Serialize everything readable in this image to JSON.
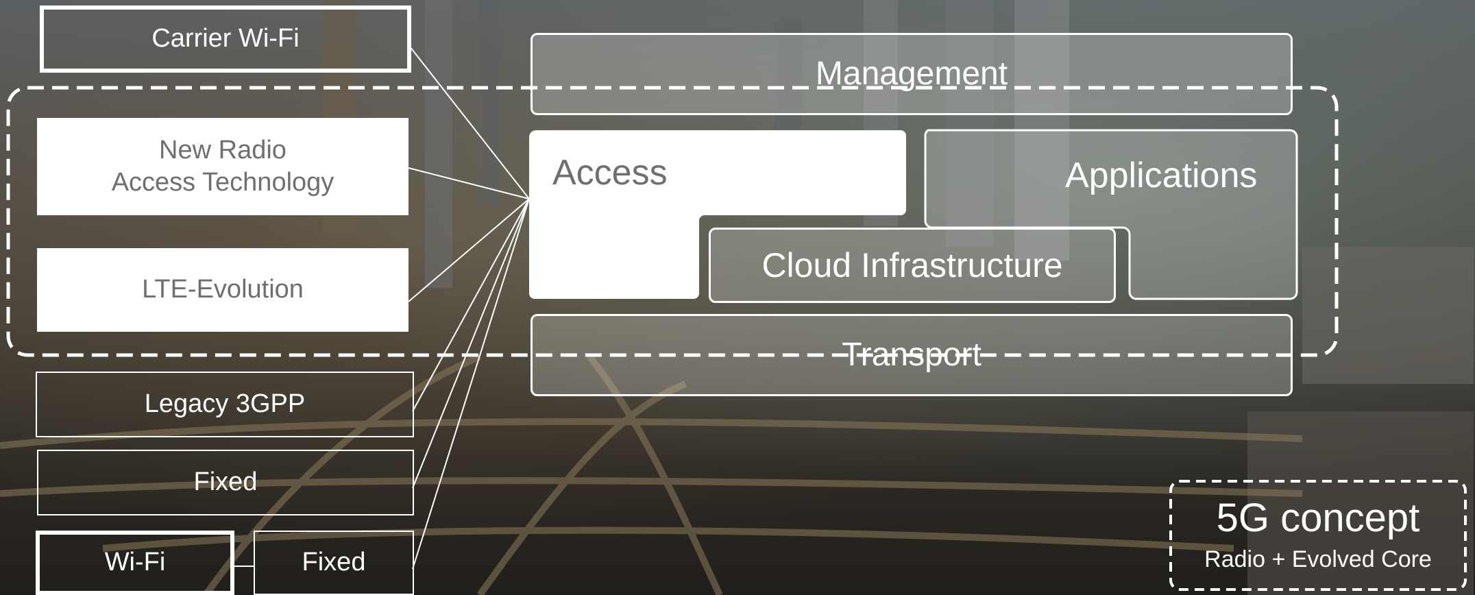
{
  "left_stack": {
    "carrier_wifi": "Carrier Wi-Fi",
    "new_radio": "New Radio\nAccess Technology",
    "lte_evolution": "LTE-Evolution",
    "legacy_3gpp": "Legacy 3GPP",
    "fixed_1": "Fixed",
    "wifi": "Wi-Fi",
    "fixed_2": "Fixed"
  },
  "architecture": {
    "management": "Management",
    "access": "Access",
    "applications": "Applications",
    "cloud_infrastructure": "Cloud Infrastructure",
    "transport": "Transport"
  },
  "concept": {
    "title": "5G concept",
    "subtitle": "Radio + Evolved Core"
  },
  "colors": {
    "box_fill": "#ffffff",
    "box_text": "#6f6f6f",
    "line": "#ffffff"
  }
}
